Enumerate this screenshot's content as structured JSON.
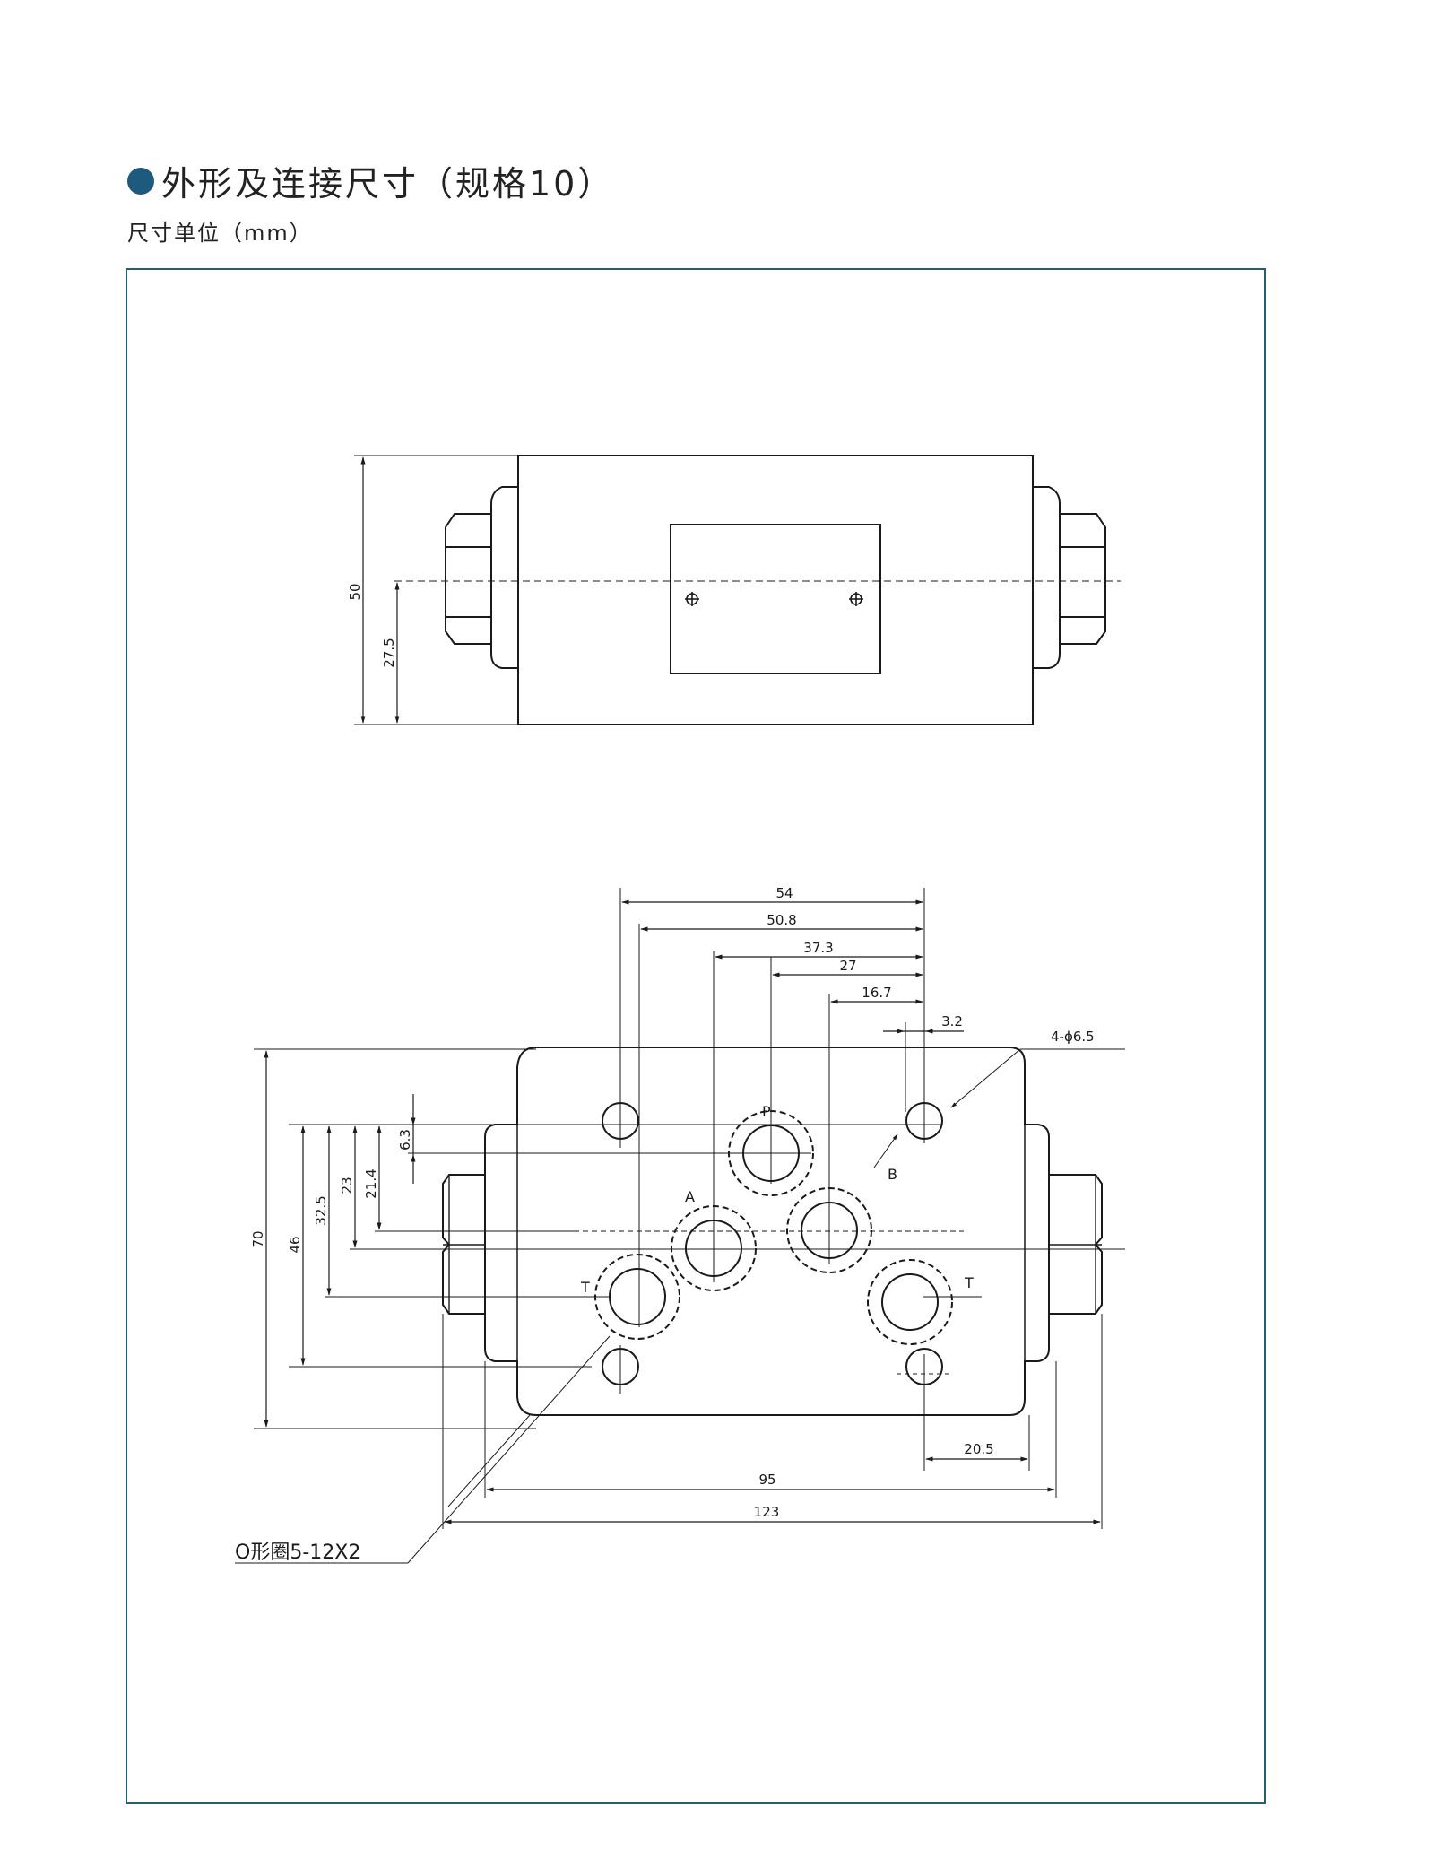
{
  "header": {
    "title": "外形及连接尺寸（规格10）",
    "unit_note": "尺寸单位（mm）"
  },
  "colors": {
    "accent": "#1d5a7d",
    "frame": "#2b5d6f",
    "line": "#1a1a1a"
  },
  "top_view": {
    "dim_height": "50",
    "dim_center": "27.5"
  },
  "bottom_view": {
    "dim_54": "54",
    "dim_50_8": "50.8",
    "dim_37_3": "37.3",
    "dim_27": "27",
    "dim_16_7": "16.7",
    "dim_3_2": "3.2",
    "hole_note": "4-ϕ6.5",
    "dim_70": "70",
    "dim_46": "46",
    "dim_32_5": "32.5",
    "dim_23": "23",
    "dim_21_4": "21.4",
    "dim_6_3": "6.3",
    "dim_20_5": "20.5",
    "dim_95": "95",
    "dim_123": "123",
    "port_p": "P",
    "port_a": "A",
    "port_b": "B",
    "port_t_left": "T",
    "port_t_right": "T",
    "oring_note": "O形圈5-12X2"
  }
}
